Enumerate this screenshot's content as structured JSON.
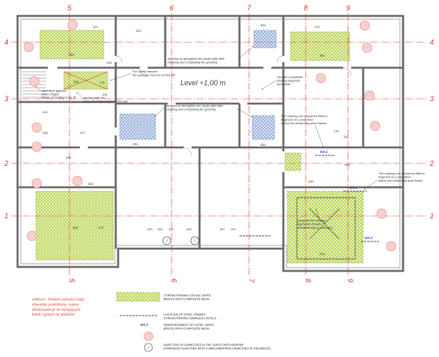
{
  "grid": {
    "columns": [
      "5",
      "6",
      "7",
      "8",
      "9"
    ],
    "rows": [
      "4",
      "3",
      "2",
      "1"
    ]
  },
  "plan": {
    "level_label": "Level +1,00 m",
    "annotations": {
      "vault_decision_top": [
        "decision to strengthen the vaults after litter",
        "cleaning and completing the grouting"
      ],
      "passage_safety": [
        "For safety reasons",
        "the passage must be turned off!"
      ],
      "missing_lintel_complete": [
        "must be completed",
        "missing fragment",
        "brick lintel"
      ],
      "gypsum_repair": [
        "reparation gypsum",
        "plates Rigips",
        "details according to fig. III"
      ],
      "net_security": [
        "security with net",
        "along the entire height of the wall"
      ],
      "vault_decision_middle": [
        "decision to strengthen the vaults after litter",
        "cleaning and completing the grouting"
      ],
      "missing_lintel_north": [
        "The missing one should be filled in",
        "fragment of a brick lintel",
        "above the reinforcing steel frames"
      ],
      "missing_lintel_east": [
        "The missing one should be filled in",
        "fragment of a brick lintel",
        "above the reinforcing steel frame"
      ],
      "missing_walls": [
        "complete the missing",
        "fragments of walls",
        "strengthening by cutting in"
      ]
    },
    "lintel_labels": [
      "N0.1",
      "N0.3",
      "N0.2"
    ],
    "dimensions": [
      "121",
      "460",
      "220",
      "138",
      "545",
      "178",
      "115",
      "124",
      "126",
      "127",
      "133",
      "160",
      "480",
      "270",
      "330",
      "330",
      "330",
      "121",
      "460",
      "170",
      "115",
      "663",
      "150",
      "245",
      "120",
      "192",
      "197",
      "145",
      "107",
      "197"
    ],
    "injection_point_label": "i"
  },
  "legend": {
    "vaults": [
      "STRENGTHENING CEILING VAPES",
      "BRICKS WITH COMPOSITE MESH"
    ],
    "steel_frames": [
      "LOCATION OF STEEL FRAMES",
      "STRENGTHENING DAMAGED LINTELS"
    ],
    "lintel_symbol": "N0.1",
    "lintels": [
      "REINFORCEMENT OF LINTEL VAPES",
      "BRICKS WITH COMPOSITE MESH"
    ],
    "injection": [
      "INJECTION OF CAPACITIES IN THE JOINTS WITH MORTAR",
      "EXPANSION TOGETHER WITH COMPLEMENTING CAPACITIES IN THE BRICKS"
    ]
  },
  "note": [
    "UWAGA: Podane wymiary mają",
    "charakter przybliżony, należy",
    "dostosować je do istniejących",
    "belek i gniazd na obiekcie!"
  ],
  "colors": {
    "grid_red": "#e0352b",
    "vault_hatch": "#a9cc3a",
    "vault_fill": "#eef5c6",
    "lintel_hatch": "#7f9bd1",
    "lintel_fill": "#e7ecf8",
    "injection_fill": "#f6d0cf",
    "injection_stroke": "#d9534f",
    "lintel_label_blue": "#2d52c4",
    "note_red": "#e23a2f",
    "wall": "#6a6a6a"
  }
}
